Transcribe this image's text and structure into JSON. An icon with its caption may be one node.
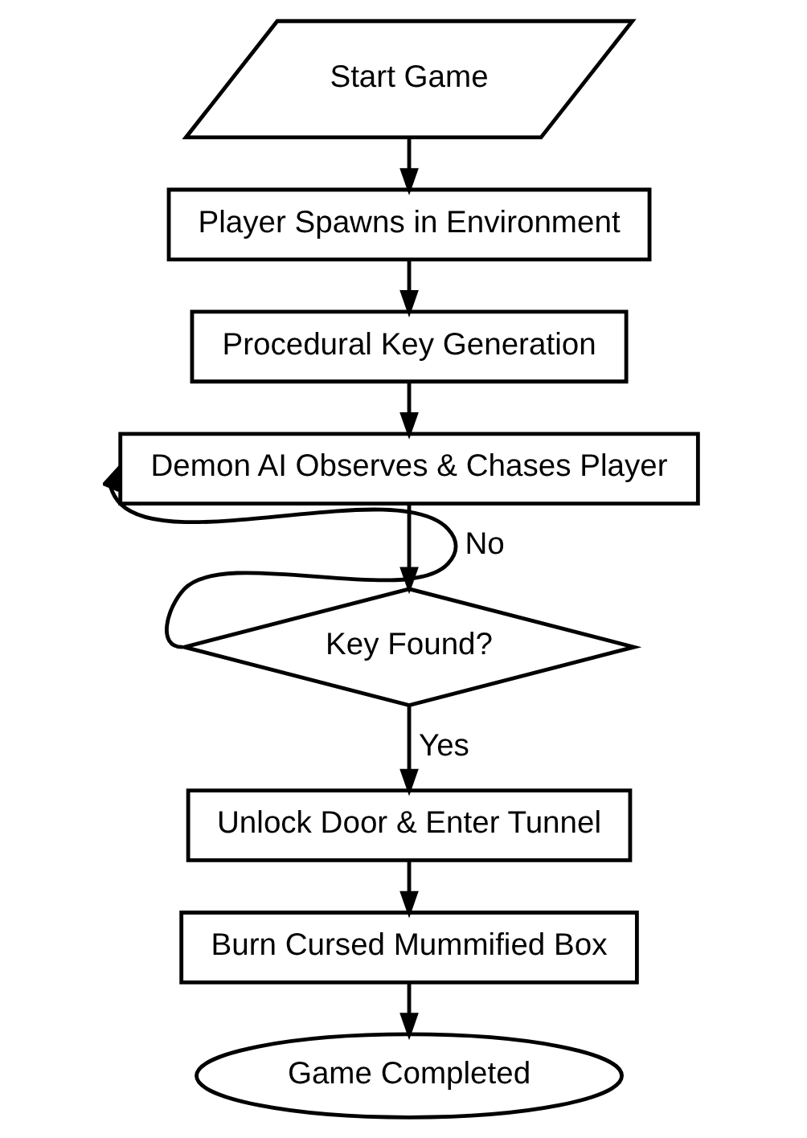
{
  "diagram": {
    "nodes": [
      {
        "text": [
          "Start Game"
        ]
      },
      {
        "text": [
          "Player Spawns in Environment"
        ]
      },
      {
        "text": [
          "Procedural Key Generation"
        ]
      },
      {
        "text": [
          "Demon AI Observes & Chases Player"
        ]
      },
      {
        "text": [
          "Key Found?"
        ]
      },
      {
        "text": [
          "Unlock Door & Enter Tunnel"
        ]
      },
      {
        "text": [
          "Burn Cursed Mummified Box"
        ]
      },
      {
        "text": [
          "Game Completed"
        ]
      }
    ],
    "edges": [
      {
        "from": 0,
        "to": 1,
        "arrow": "to"
      },
      {
        "from": 1,
        "to": 2,
        "arrow": "to"
      },
      {
        "from": 2,
        "to": 3,
        "arrow": "to"
      },
      {
        "from": 3,
        "to": 4,
        "arrow": "to"
      },
      {
        "from": 4,
        "to": 3,
        "arrow": "to",
        "label": "No"
      },
      {
        "from": 4,
        "to": 5,
        "arrow": "to",
        "label": "Yes"
      },
      {
        "from": 5,
        "to": 6,
        "arrow": "to"
      },
      {
        "from": 6,
        "to": 7,
        "arrow": "to"
      }
    ]
  }
}
